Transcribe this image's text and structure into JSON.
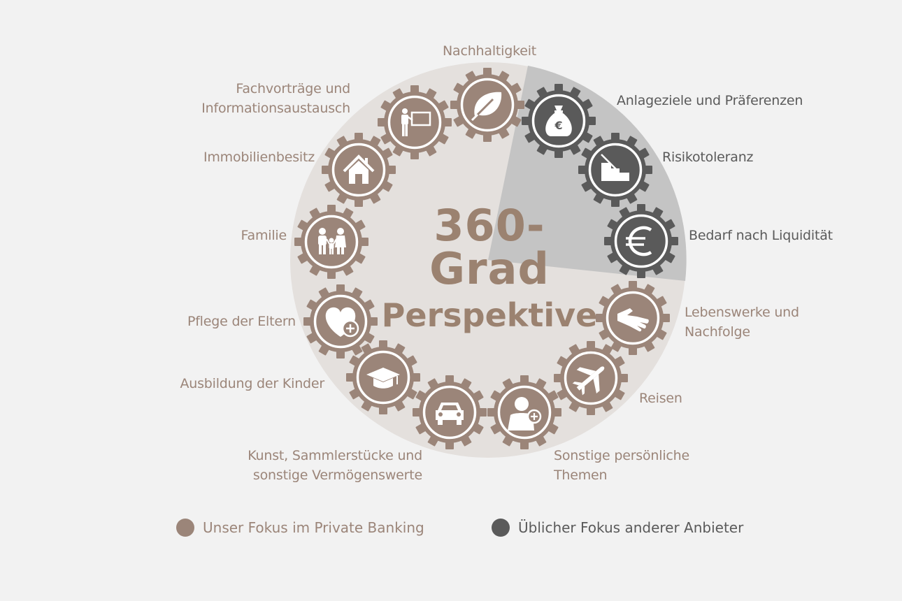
{
  "title": {
    "line1": "360-Grad",
    "line2": "Perspektive"
  },
  "colors": {
    "background": "#f2f2f2",
    "circle_fill": "#e4e0dd",
    "sector_fill": "#c4c4c4",
    "brand_taupe": "#9b8579",
    "dark_gray": "#5a5a5a"
  },
  "topics": [
    {
      "id": "nachhaltigkeit",
      "label": "Nachhaltigkeit",
      "icon": "leaf-icon",
      "group": "ours"
    },
    {
      "id": "anlageziele",
      "label": "Anlageziele und Präferenzen",
      "icon": "money-bag-euro-icon",
      "group": "others"
    },
    {
      "id": "risikotoleranz",
      "label": "Risikotoleranz",
      "icon": "declining-chart-icon",
      "group": "others"
    },
    {
      "id": "liquiditaet",
      "label": "Bedarf nach Liquidität",
      "icon": "euro-icon",
      "group": "others"
    },
    {
      "id": "lebenswerke",
      "label_line1": "Lebenswerke und",
      "label_line2": "Nachfolge",
      "icon": "handshake-icon",
      "group": "ours"
    },
    {
      "id": "reisen",
      "label": "Reisen",
      "icon": "airplane-icon",
      "group": "ours"
    },
    {
      "id": "sonstige",
      "label_line1": "Sonstige persönliche",
      "label_line2": "Themen",
      "icon": "person-plus-icon",
      "group": "ours"
    },
    {
      "id": "kunst",
      "label_line1": "Kunst, Sammlerstücke und",
      "label_line2": "sonstige Vermögenswerte",
      "icon": "car-icon",
      "group": "ours"
    },
    {
      "id": "ausbildung",
      "label": "Ausbildung der Kinder",
      "icon": "graduation-cap-icon",
      "group": "ours"
    },
    {
      "id": "pflege",
      "label": "Pflege der Eltern",
      "icon": "heart-plus-icon",
      "group": "ours"
    },
    {
      "id": "familie",
      "label": "Familie",
      "icon": "family-icon",
      "group": "ours"
    },
    {
      "id": "immobilien",
      "label": "Immobilienbesitz",
      "icon": "house-icon",
      "group": "ours"
    },
    {
      "id": "fachvortraege",
      "label_line1": "Fachvorträge und",
      "label_line2": "Informationsaustausch",
      "icon": "presenter-board-icon",
      "group": "ours"
    }
  ],
  "legend": [
    {
      "label": "Unser Fokus im Private Banking",
      "color": "#9b8579"
    },
    {
      "label": "Üblicher Fokus anderer Anbieter",
      "color": "#5a5a5a"
    }
  ]
}
